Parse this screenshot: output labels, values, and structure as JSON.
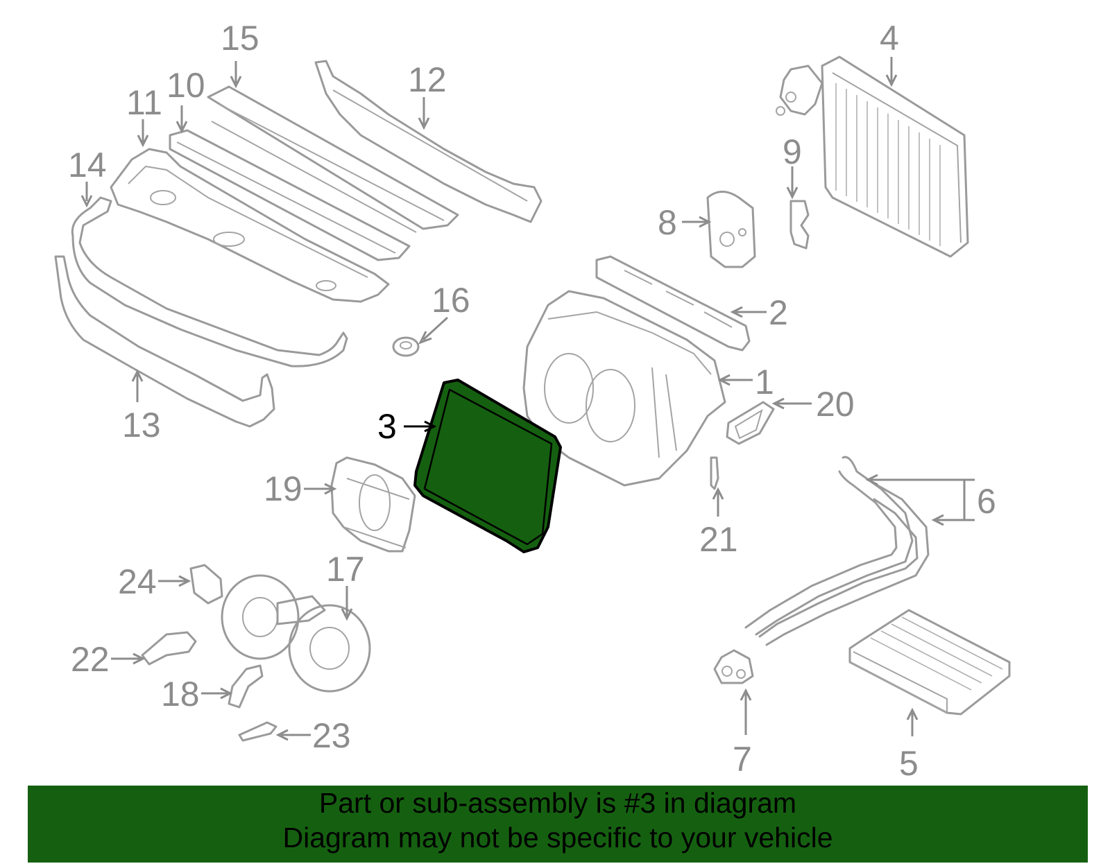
{
  "colors": {
    "highlight_fill": "#156010",
    "highlight_stroke": "#000000",
    "part_stroke": "#9a9a9a",
    "banner_bg": "#156010"
  },
  "highlighted_part": "3",
  "callouts": [
    {
      "id": "c1",
      "label": "1"
    },
    {
      "id": "c2",
      "label": "2"
    },
    {
      "id": "c3",
      "label": "3"
    },
    {
      "id": "c4",
      "label": "4"
    },
    {
      "id": "c5",
      "label": "5"
    },
    {
      "id": "c6",
      "label": "6"
    },
    {
      "id": "c7",
      "label": "7"
    },
    {
      "id": "c8",
      "label": "8"
    },
    {
      "id": "c9",
      "label": "9"
    },
    {
      "id": "c10",
      "label": "10"
    },
    {
      "id": "c11",
      "label": "11"
    },
    {
      "id": "c12",
      "label": "12"
    },
    {
      "id": "c13",
      "label": "13"
    },
    {
      "id": "c14",
      "label": "14"
    },
    {
      "id": "c15",
      "label": "15"
    },
    {
      "id": "c16",
      "label": "16"
    },
    {
      "id": "c17",
      "label": "17"
    },
    {
      "id": "c18",
      "label": "18"
    },
    {
      "id": "c19",
      "label": "19"
    },
    {
      "id": "c20",
      "label": "20"
    },
    {
      "id": "c21",
      "label": "21"
    },
    {
      "id": "c22",
      "label": "22"
    },
    {
      "id": "c23",
      "label": "23"
    },
    {
      "id": "c24",
      "label": "24"
    }
  ],
  "banner": {
    "line1": "Part or sub-assembly is #3 in diagram",
    "line2": "Diagram may not be specific to your vehicle"
  }
}
